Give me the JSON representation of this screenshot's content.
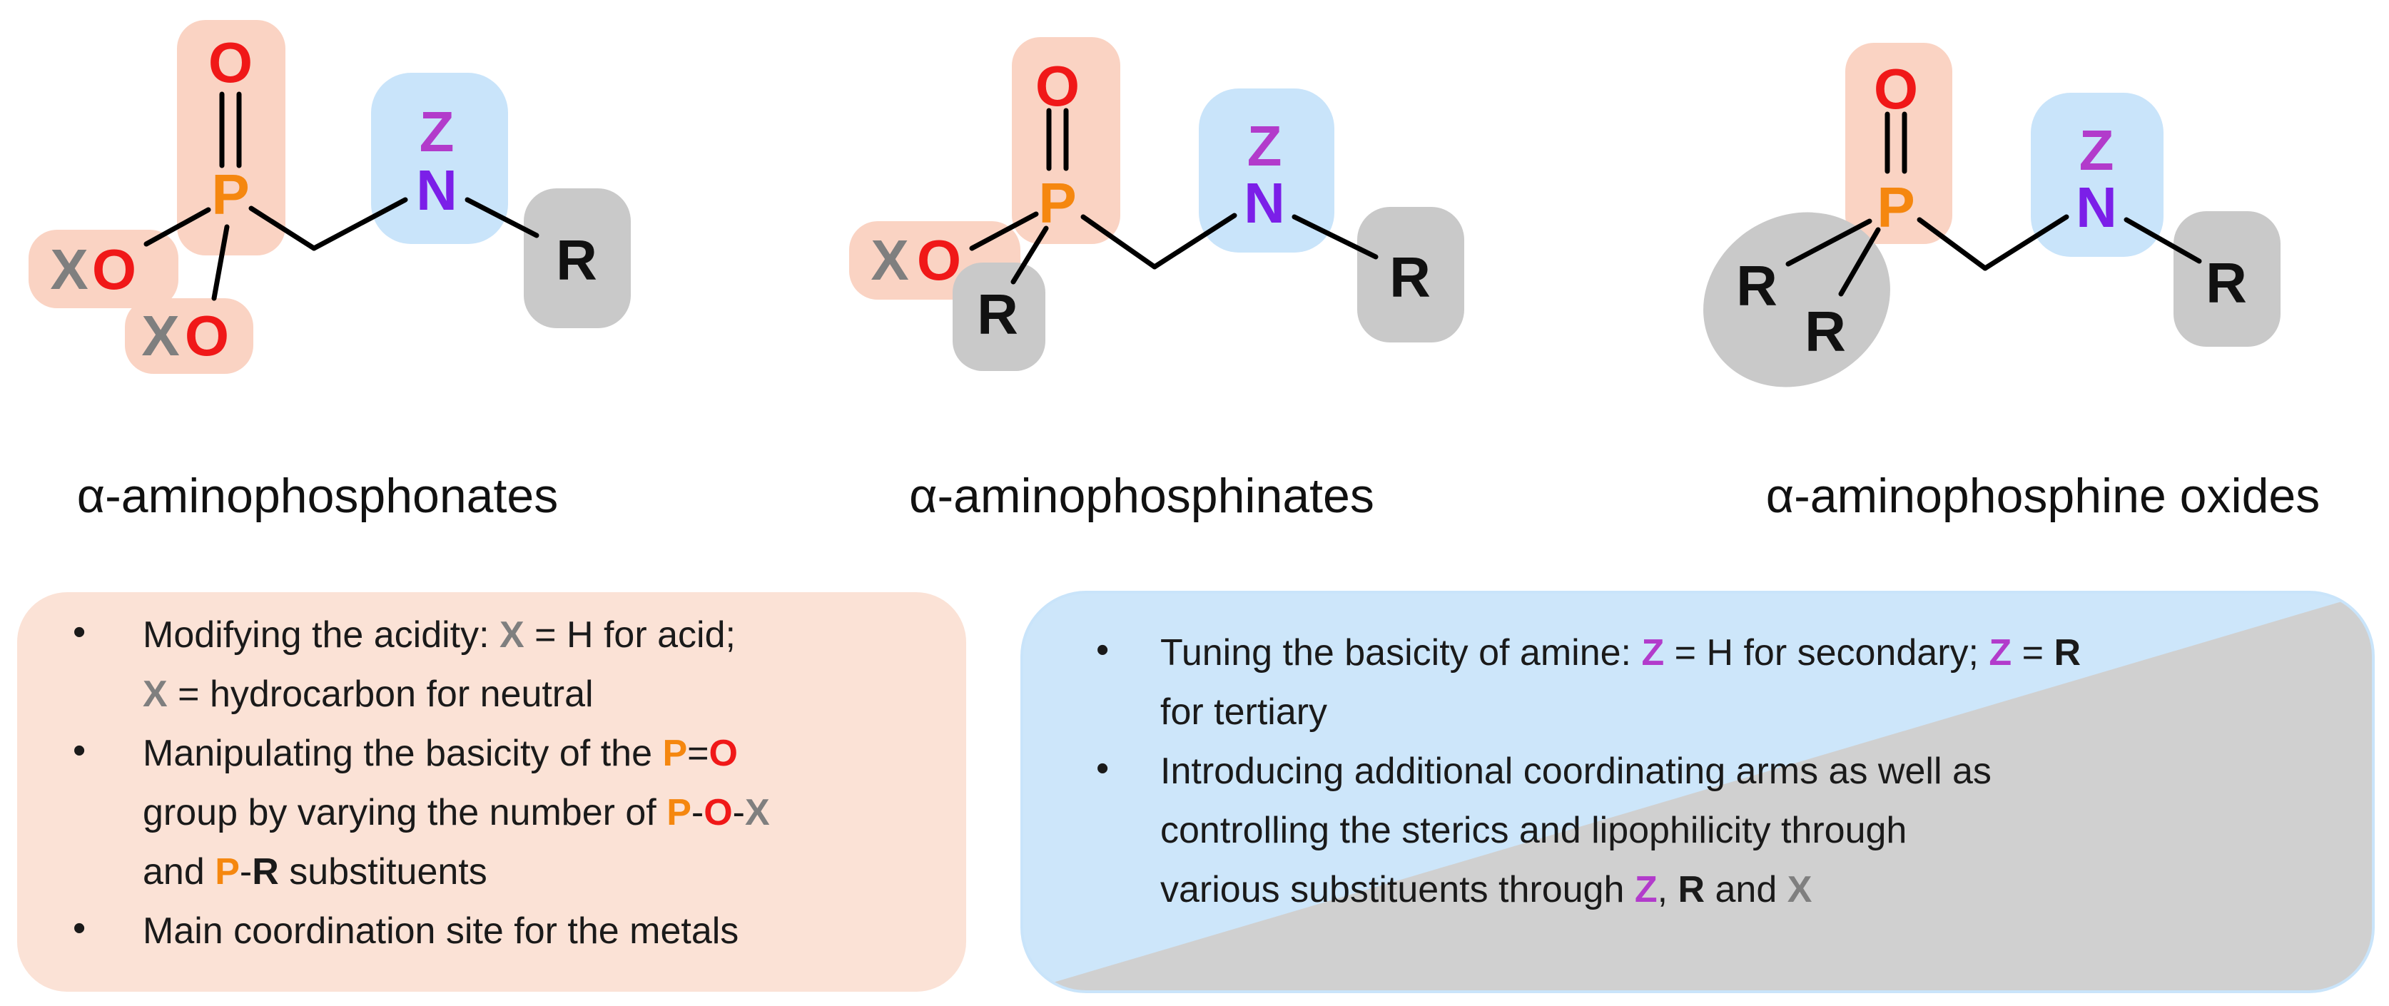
{
  "colors": {
    "phosphorus": "#F5870F",
    "oxygen": "#F01818",
    "nitrogen": "#7B1FE8",
    "z_group": "#B23BCB",
    "x_group": "#7F7F7F",
    "r_group": "#111111",
    "highlight_po": "#FAD3C3",
    "highlight_amine": "#C9E4FA",
    "highlight_r": "#C9C9C9",
    "card_left_bg": "#FBE2D6",
    "card_right_blue": "#CDE6FA",
    "card_right_gray": "#D0D0D0",
    "bullet_left": "#C8672E",
    "bullet_right": "#3E5FA4"
  },
  "atoms": {
    "P": "P",
    "O": "O",
    "N": "N",
    "Z": "Z",
    "X": "X",
    "R": "R"
  },
  "structures": [
    {
      "name": "α-aminophosphonates"
    },
    {
      "name": "α-aminophosphinates"
    },
    {
      "name": "α-aminophosphine oxides"
    }
  ],
  "left_card": {
    "bullet_glyph": "•",
    "b1_l1_a": "Modifying the acidity: ",
    "b1_l1_x": "X",
    "b1_l1_b": " = H for acid;",
    "b1_l2_x": "X",
    "b1_l2_b": " = hydrocarbon for neutral",
    "b2_l1_a": "Manipulating the basicity of the ",
    "b2_l1_p": "P",
    "b2_l1_eq": "=",
    "b2_l1_o": "O",
    "b2_l2_a": "group by varying the number of ",
    "b2_l2_p": "P",
    "b2_l2_d1": "-",
    "b2_l2_o": "O",
    "b2_l2_d2": "-",
    "b2_l2_x": "X",
    "b2_l3_a": "and ",
    "b2_l3_p": "P",
    "b2_l3_d": "-",
    "b2_l3_r": "R",
    "b2_l3_b": " substituents",
    "b3_l1": "Main coordination site for the metals"
  },
  "right_card": {
    "bullet_glyph": "•",
    "b1_l1_a": "Tuning the basicity of amine: ",
    "b1_l1_z1": "Z",
    "b1_l1_b": " = H for secondary; ",
    "b1_l1_z2": "Z",
    "b1_l1_c": " = ",
    "b1_l1_r": "R",
    "b1_l2": "for tertiary",
    "b2_l1": "Introducing additional coordinating arms as well as",
    "b2_l2": "controlling the sterics and lipophilicity through",
    "b2_l3_a": "various substituents through ",
    "b2_l3_z": "Z",
    "b2_l3_comma": ", ",
    "b2_l3_r": "R",
    "b2_l3_and": " and ",
    "b2_l3_x": "X"
  }
}
